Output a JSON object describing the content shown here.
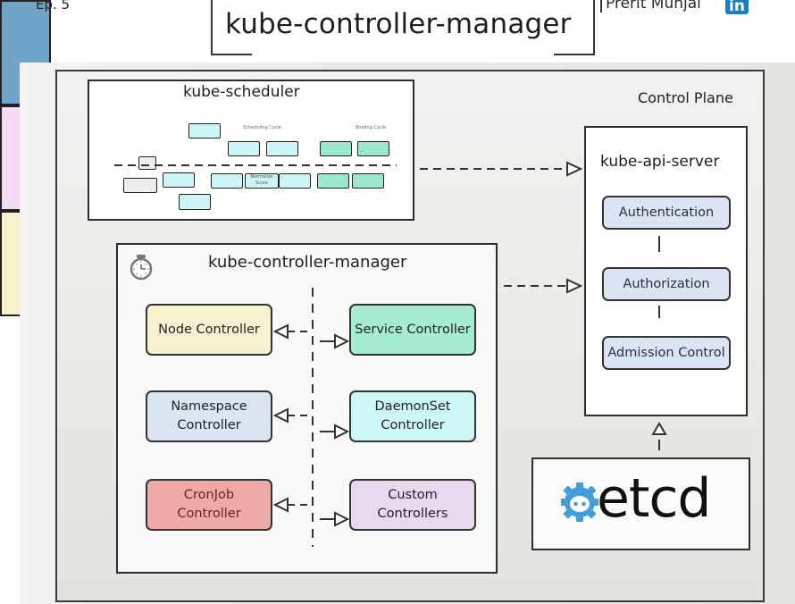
{
  "header": {
    "episode": "Ep. 5",
    "title": "kube-controller-manager",
    "author": "Prerit Munjal",
    "social_icon": "linkedin-icon",
    "social_icon_text": "in"
  },
  "control_plane": {
    "label": "Control Plane",
    "kube_scheduler": {
      "title": "kube-scheduler",
      "scheduling_cycle_label": "Scheduling Cycle",
      "binding_cycle_label": "Binding Cycle",
      "normalize_score_label": "Normalize Score"
    },
    "kube_api_server": {
      "title": "kube-api-server",
      "stages": [
        "Authentication",
        "Authorization",
        "Admission Control"
      ]
    },
    "kube_controller_manager": {
      "title": "kube-controller-manager",
      "icon": "stopwatch-icon",
      "left_controllers": [
        {
          "label": "Node Controller",
          "color": "#f6f1cf"
        },
        {
          "label": "Namespace\nController",
          "color": "#dbe4f1"
        },
        {
          "label": "CronJob\nController",
          "color": "#eea9a9"
        }
      ],
      "right_controllers": [
        {
          "label": "Service Controller",
          "color": "#a6ecce"
        },
        {
          "label": "DaemonSet\nController",
          "color": "#cdf7f7"
        },
        {
          "label": "Custom\nControllers",
          "color": "#e8d9ef"
        }
      ]
    },
    "etcd": {
      "label": "etcd",
      "icon": "etcd-logo-icon",
      "brand_color": "#419eda"
    }
  }
}
